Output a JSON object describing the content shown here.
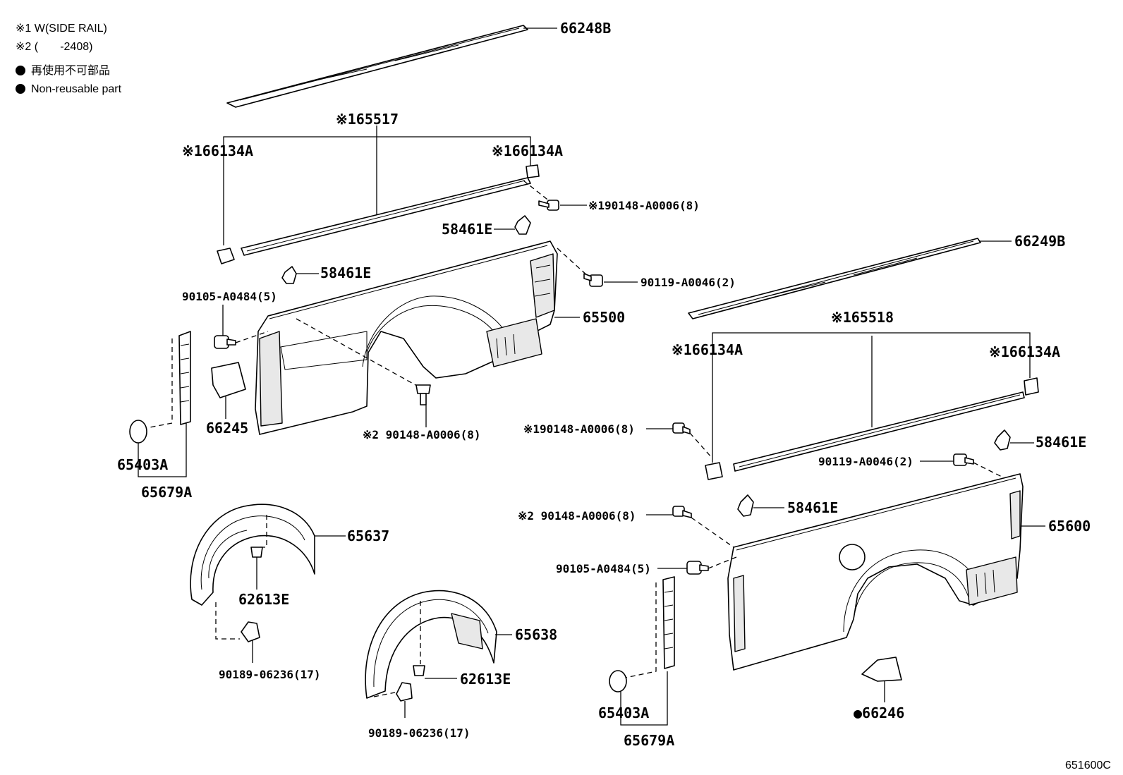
{
  "notes": {
    "note1": "※1 W(SIDE RAIL)",
    "note2": "※2 (       -2408)",
    "legend_jp": "再使用不可部品",
    "legend_en": "Non-reusable part"
  },
  "callouts": {
    "p66248B": "66248B",
    "p65517": "※165517",
    "p66134A_l1": "※166134A",
    "p66134A_l2": "※166134A",
    "p90148_top": "※190148-A0006(8)",
    "p58461E_a": "58461E",
    "p58461E_b": "58461E",
    "p90119_top": "90119-A0046(2)",
    "p90105_l": "90105-A0484(5)",
    "p65500": "65500",
    "p66245": "66245",
    "p90148_l2": "※2 90148-A0006(8)",
    "p65403A_l": "65403A",
    "p65679A_l": "65679A",
    "p65637": "65637",
    "p62613E_l": "62613E",
    "p90189_l": "90189-06236(17)",
    "p65638": "65638",
    "p62613E_c": "62613E",
    "p90189_c": "90189-06236(17)",
    "p66249B": "66249B",
    "p65518": "※165518",
    "p66134A_r1": "※166134A",
    "p66134A_r2": "※166134A",
    "p90148_r1": "※190148-A0006(8)",
    "p58461E_r1": "58461E",
    "p90119_r": "90119-A0046(2)",
    "p58461E_r2": "58461E",
    "p90148_r2": "※2  90148-A0006(8)",
    "p65600": "65600",
    "p90105_r": "90105-A0484(5)",
    "p65403A_r": "65403A",
    "p65679A_r": "65679A",
    "p66246": "●66246"
  },
  "figure_code": "651600C"
}
